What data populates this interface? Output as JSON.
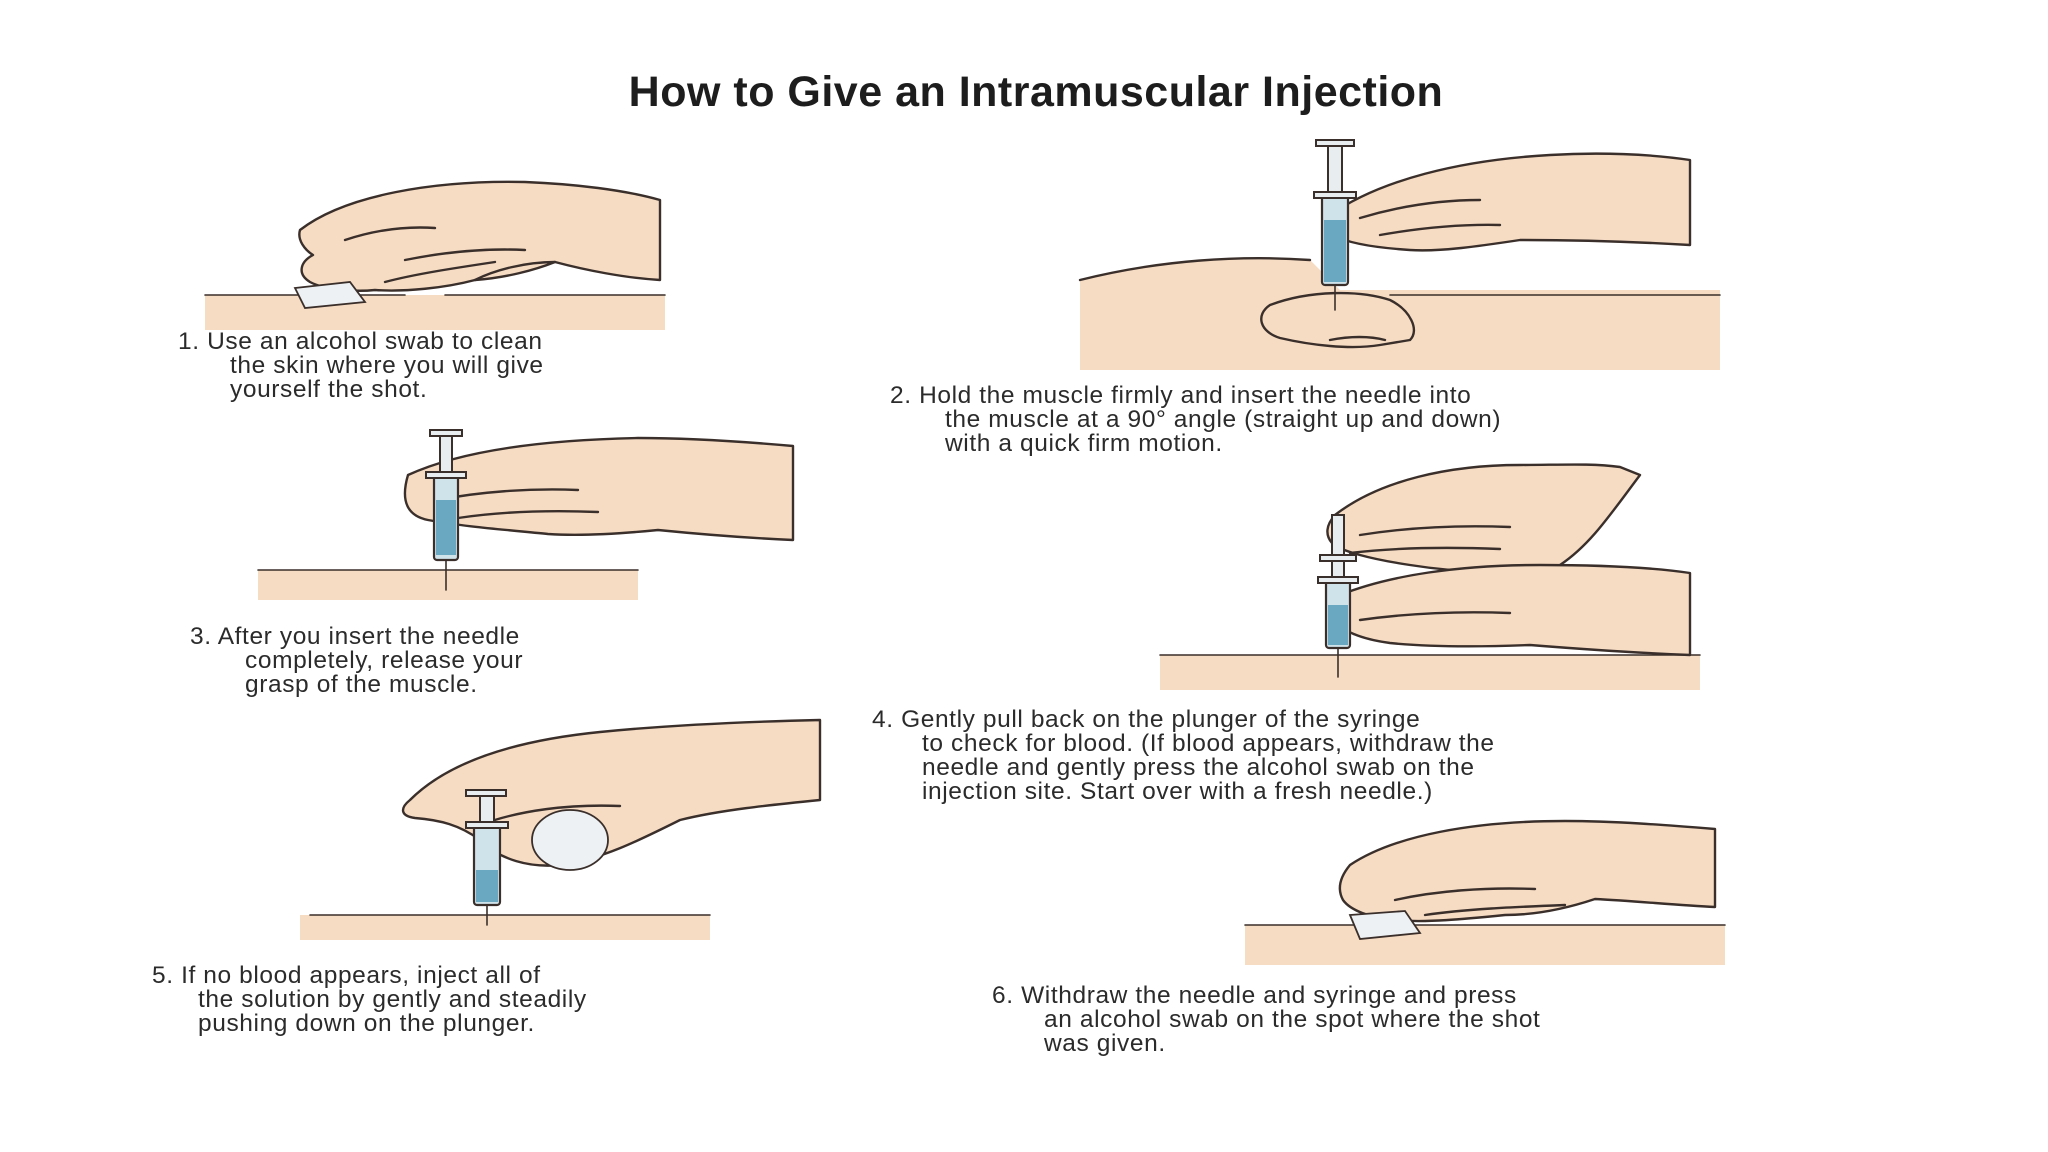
{
  "title": "How to Give an Intramuscular Injection",
  "steps": [
    {
      "number": "1.",
      "lines": [
        "Use an alcohol swab to clean",
        "the skin where you will give",
        "yourself the shot."
      ]
    },
    {
      "number": "2.",
      "lines": [
        "Hold the muscle firmly and insert the needle into",
        "the muscle at a 90° angle (straight up and down)",
        "with a quick firm motion."
      ]
    },
    {
      "number": "3.",
      "lines": [
        "After you insert the needle",
        "completely, release your",
        "grasp of the muscle."
      ]
    },
    {
      "number": "4.",
      "lines": [
        "Gently pull back on the plunger of the syringe",
        "to check for blood. (If blood appears, withdraw the",
        "needle and gently press the alcohol swab on the",
        "injection site.  Start over with a fresh needle.)"
      ]
    },
    {
      "number": "5.",
      "lines": [
        "If no blood appears, inject all of",
        "the solution by gently and steadily",
        "pushing down on the plunger."
      ]
    },
    {
      "number": "6.",
      "lines": [
        "Withdraw the needle and syringe and press",
        "an alcohol swab on the spot where the shot",
        "was given."
      ]
    }
  ],
  "illustrations": [
    {
      "name": "step-1-illustration",
      "depicts": "hand-wiping-skin-with-swab-icon"
    },
    {
      "name": "step-2-illustration",
      "depicts": "hand-inserting-syringe-while-pinching-muscle-icon"
    },
    {
      "name": "step-3-illustration",
      "depicts": "hand-holding-inserted-syringe-icon"
    },
    {
      "name": "step-4-illustration",
      "depicts": "hands-pulling-back-plunger-icon"
    },
    {
      "name": "step-5-illustration",
      "depicts": "hand-pushing-plunger-icon"
    },
    {
      "name": "step-6-illustration",
      "depicts": "hand-pressing-swab-on-skin-icon"
    }
  ],
  "colors": {
    "skin": "#f7dcc4",
    "outline": "#3a2f2a",
    "syringe_liquid": "#6aa7c0",
    "text": "#2b2b2b"
  }
}
